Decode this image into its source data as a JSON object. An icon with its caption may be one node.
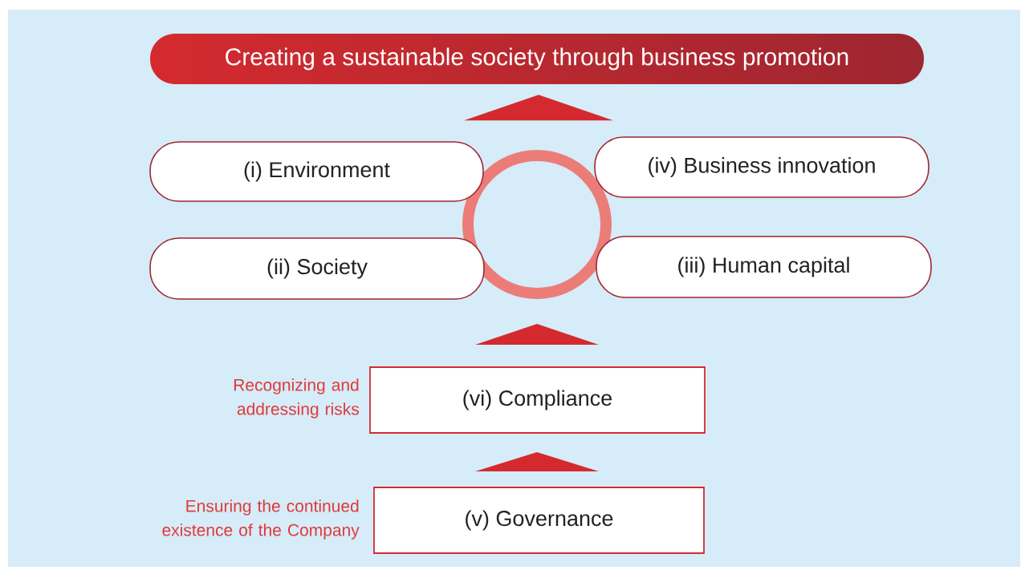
{
  "diagram": {
    "nodes": [
      {
        "text": [
          "Creating a sustainable society through business promotion"
        ]
      },
      {
        "text": [
          "(i) Environment"
        ]
      },
      {
        "text": [
          "(iv) Business innovation"
        ]
      },
      {
        "text": [],
        "shape": "circle"
      },
      {
        "text": [
          "(ii) Society"
        ]
      },
      {
        "text": [
          "(iii) Human capital"
        ]
      },
      {
        "text": [
          "(vi) Compliance"
        ],
        "beside": [
          "Recognizing and addressing risks"
        ]
      },
      {
        "text": [
          "(v) Governance"
        ],
        "beside": [
          "Ensuring the continued existence of the Company"
        ]
      }
    ],
    "edges": [
      {
        "from": 7,
        "to": 6,
        "arrow": "to"
      },
      {
        "from": 6,
        "to": 3,
        "arrow": "to"
      },
      {
        "from": 3,
        "to": 0,
        "arrow": "to"
      }
    ]
  }
}
